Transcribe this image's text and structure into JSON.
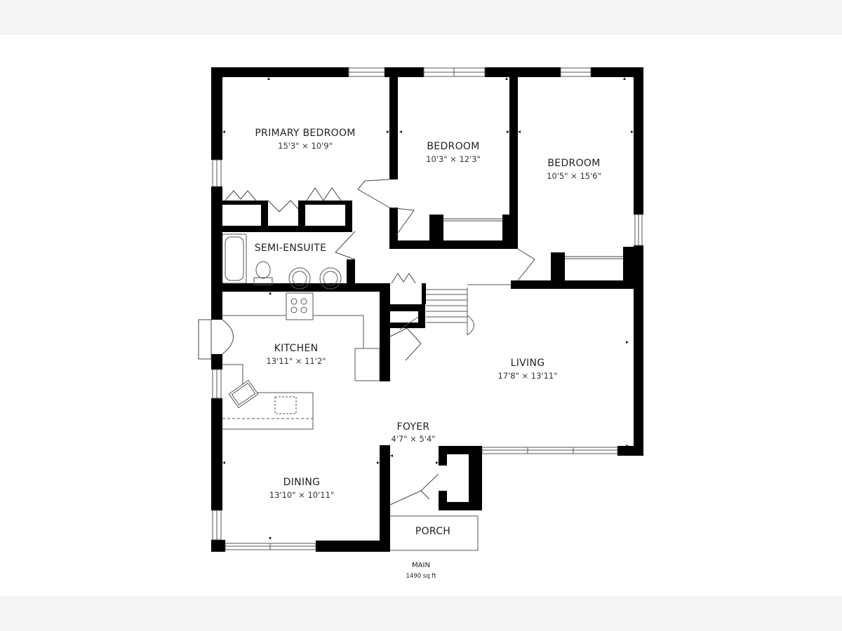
{
  "plan": {
    "level_name": "MAIN",
    "area": "1490 sq ft",
    "rooms": [
      {
        "id": "primary-bedroom",
        "name": "PRIMARY BEDROOM",
        "dims": "15'3\" × 10'9\""
      },
      {
        "id": "bedroom-2",
        "name": "BEDROOM",
        "dims": "10'3\" × 12'3\""
      },
      {
        "id": "bedroom-3",
        "name": "BEDROOM",
        "dims": "10'5\" × 15'6\""
      },
      {
        "id": "semi-ensuite",
        "name": "SEMI-ENSUITE",
        "dims": ""
      },
      {
        "id": "kitchen",
        "name": "KITCHEN",
        "dims": "13'11\" × 11'2\""
      },
      {
        "id": "living",
        "name": "LIVING",
        "dims": "17'8\" × 13'11\""
      },
      {
        "id": "foyer",
        "name": "FOYER",
        "dims": "4'7\" × 5'4\""
      },
      {
        "id": "dining",
        "name": "DINING",
        "dims": "13'10\" × 10'11\""
      },
      {
        "id": "porch",
        "name": "PORCH",
        "dims": ""
      }
    ]
  },
  "colors": {
    "wall": "#000000",
    "background": "#ffffff",
    "frame": "#f4f4f4",
    "line": "#555555"
  }
}
